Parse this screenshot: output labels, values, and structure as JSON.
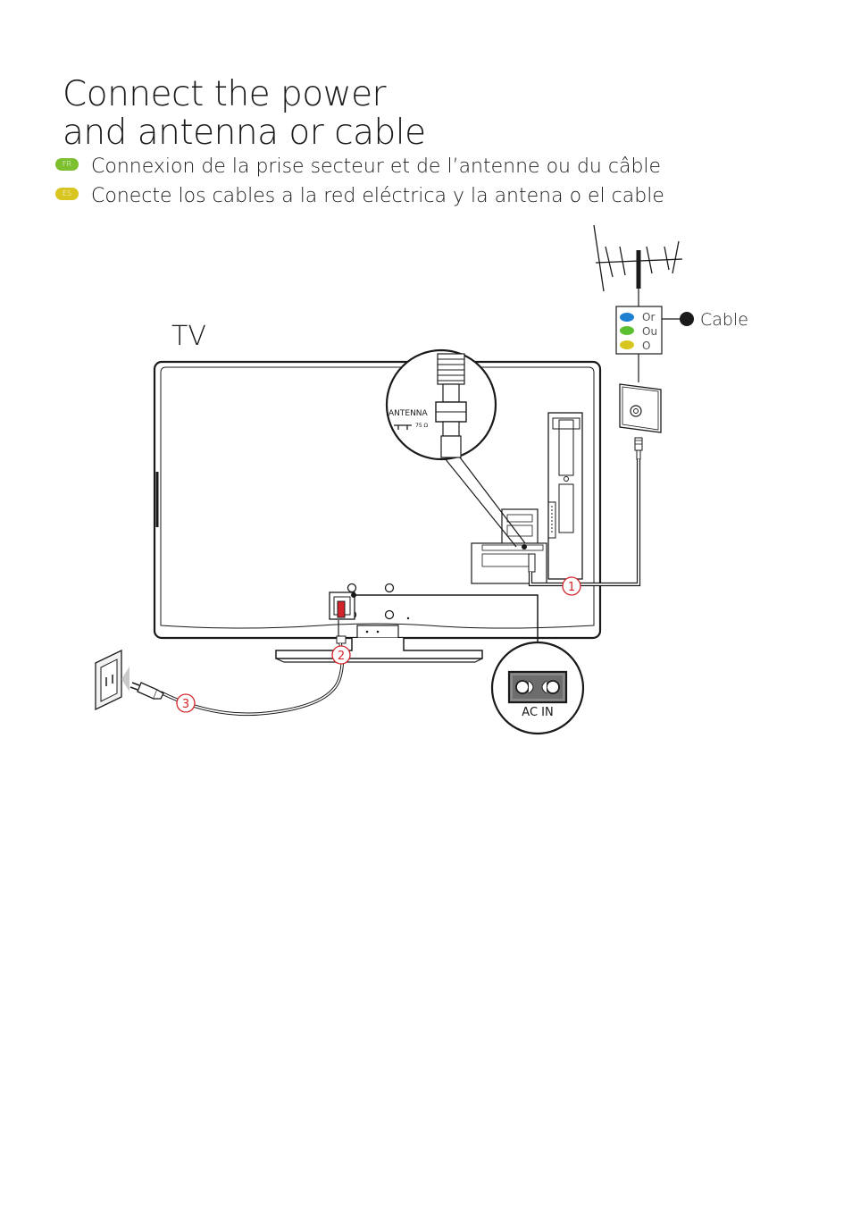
{
  "title": {
    "line1": "Connect the power",
    "line2": "and antenna or cable"
  },
  "translations": [
    {
      "code": "FR",
      "text": "Connexion de la prise secteur et de l’antenne ou du câble",
      "color": "#7cbf2f"
    },
    {
      "code": "ES",
      "text": "Conecte los cables a la red eléctrica y la antena o el cable",
      "color": "#d9c51f"
    }
  ],
  "diagram": {
    "tv_label": "TV",
    "antenna_port_label": "ANTENNA",
    "antenna_impedance": "75 Ω",
    "or_labels": [
      "Or",
      "Ou",
      "O"
    ],
    "or_colors": [
      "#1f7fd0",
      "#5cbf2f",
      "#d9c51f"
    ],
    "cable_label": "Cable",
    "ac_in_label": "AC IN",
    "steps": [
      "1",
      "2",
      "3"
    ],
    "step_color": "#d4242b"
  }
}
